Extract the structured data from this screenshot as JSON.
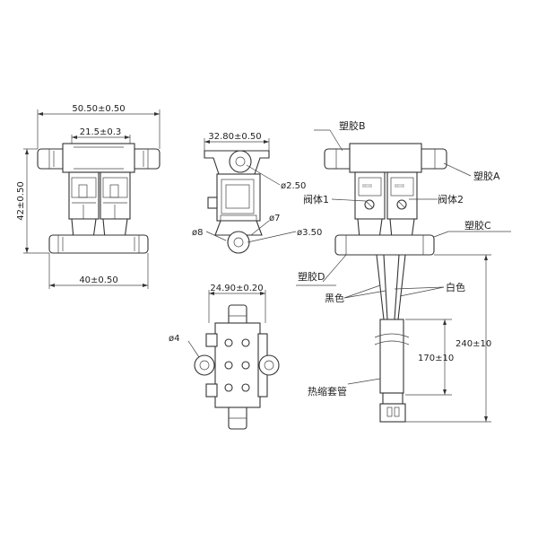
{
  "front_view": {
    "dim_top_width": "50.50±0.50",
    "dim_inner_width": "21.5±0.3",
    "dim_height": "42±0.50",
    "dim_bottom_width": "40±0.50"
  },
  "side_view": {
    "dim_width": "32.80±0.50",
    "dia_small": "ø2.50",
    "dia_mid": "ø7",
    "dia_left": "ø8",
    "dia_right": "ø3.50"
  },
  "bottom_view": {
    "dim_width": "24.90±0.20",
    "dia_hole": "ø4"
  },
  "assembly": {
    "plastic_b": "塑胶B",
    "plastic_a": "塑胶A",
    "valve_1": "阀体1",
    "valve_2": "阀体2",
    "plastic_c": "塑胶C",
    "plastic_d": "塑胶D",
    "black": "黑色",
    "white": "白色",
    "dim_total": "240±10",
    "dim_lead": "170±10",
    "sleeve": "热缩套管"
  }
}
